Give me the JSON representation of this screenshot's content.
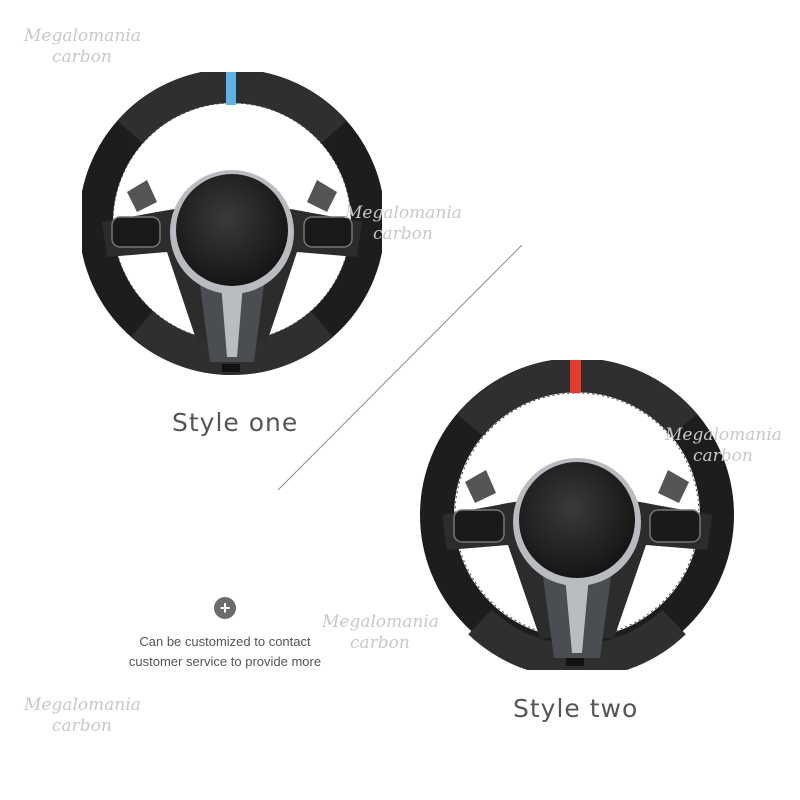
{
  "watermark": {
    "line1": "Megalomania",
    "line2": "carbon"
  },
  "products": [
    {
      "caption": "Style one",
      "stripe_color": "#5ab4e6"
    },
    {
      "caption": "Style two",
      "stripe_color": "#e53a2c"
    }
  ],
  "note": {
    "icon": "plus-icon",
    "line1": "Can be customized to contact",
    "line2": "customer service to provide more"
  },
  "colors": {
    "leather": "#2a2a2a",
    "alcantara": "#1c1c1c",
    "caption": "#555555",
    "watermark": "#c8c8c8"
  }
}
